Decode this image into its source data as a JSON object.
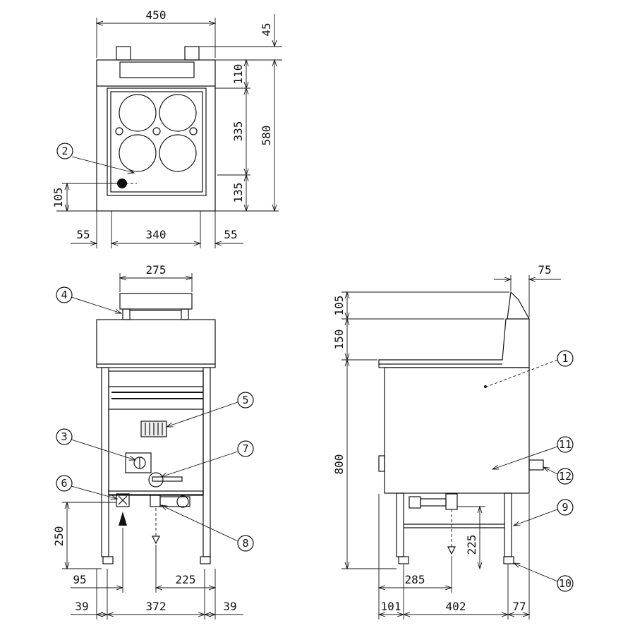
{
  "dimensions": {
    "top": {
      "width_total": "450",
      "handle_height": "45",
      "depth_total": "580",
      "back_section": "110",
      "well_section": "335",
      "front_section": "135",
      "valve_offset": "105",
      "margin_left": "55",
      "inner_width": "340",
      "margin_right": "55"
    },
    "front": {
      "handle_width": "275",
      "leg_height": "250",
      "drain_left": "95",
      "drain_right": "225",
      "leg_left": "39",
      "leg_span": "372",
      "leg_right": "39"
    },
    "side": {
      "backsplash_depth": "75",
      "backsplash_upper": "105",
      "backsplash_lower": "150",
      "counter_height": "800",
      "drain_height": "225",
      "drain_from_front": "285",
      "front_overhang": "101",
      "leg_spacing": "402",
      "rear_overhang": "77"
    }
  },
  "callouts": [
    "1",
    "2",
    "3",
    "4",
    "5",
    "6",
    "7",
    "8",
    "9",
    "10",
    "11",
    "12"
  ]
}
